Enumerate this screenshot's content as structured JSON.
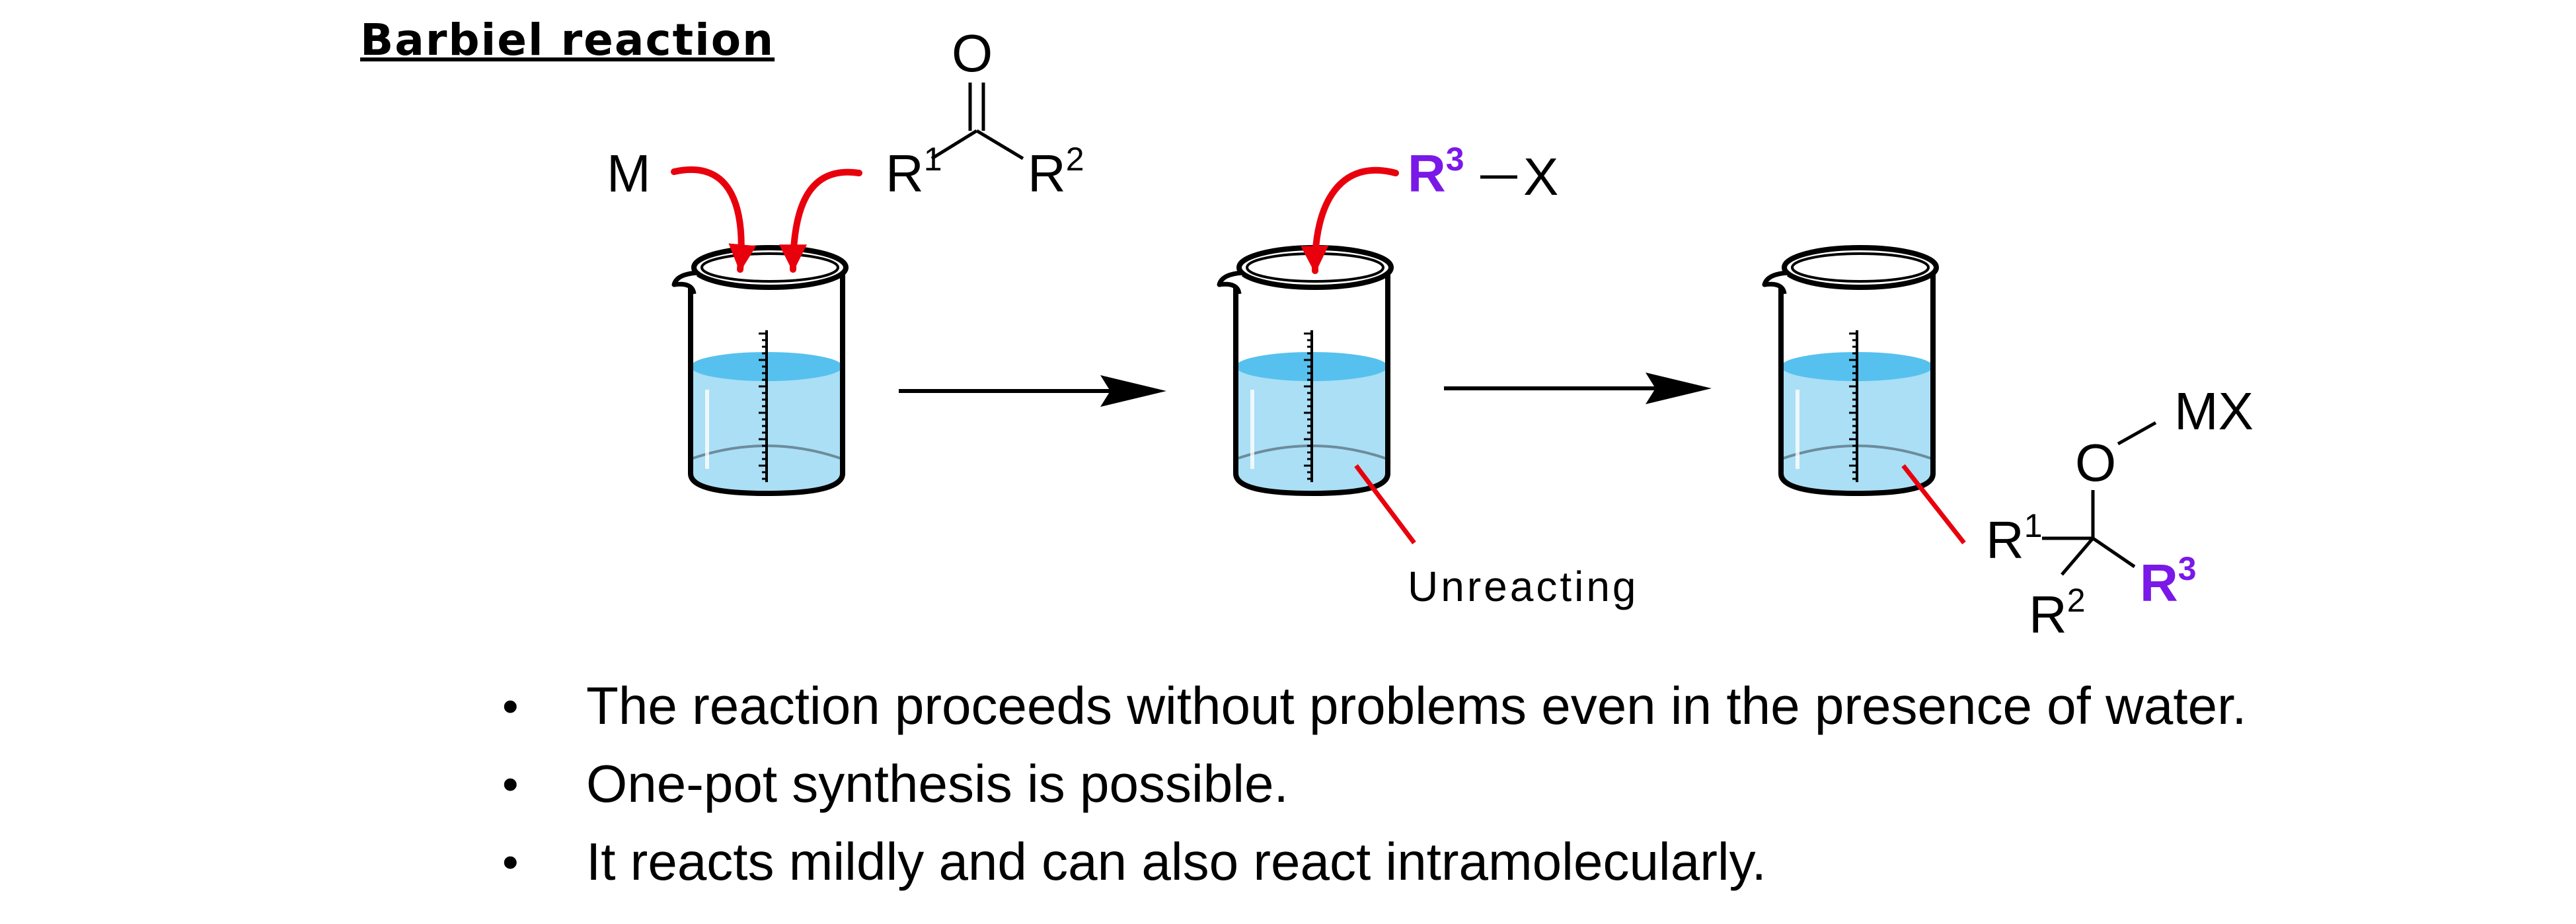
{
  "title": "Barbiel reaction",
  "reagents": {
    "metal": "M",
    "carbonyl_o": "O",
    "r": "R",
    "one": "1",
    "two": "2",
    "three": "3",
    "x": "X",
    "mx": "MX"
  },
  "annotation": "Unreacting",
  "bullets": [
    "The reaction proceeds without problems even in the presence of water.",
    "One-pot synthesis is possible.",
    "It reacts mildly and can also react intramolecularly."
  ],
  "colors": {
    "arrow_red": "#e8000d",
    "r3_purple": "#7a18e8",
    "liquid_top": "#56c1ee",
    "liquid_body": "#aadff6",
    "black": "#000000"
  }
}
